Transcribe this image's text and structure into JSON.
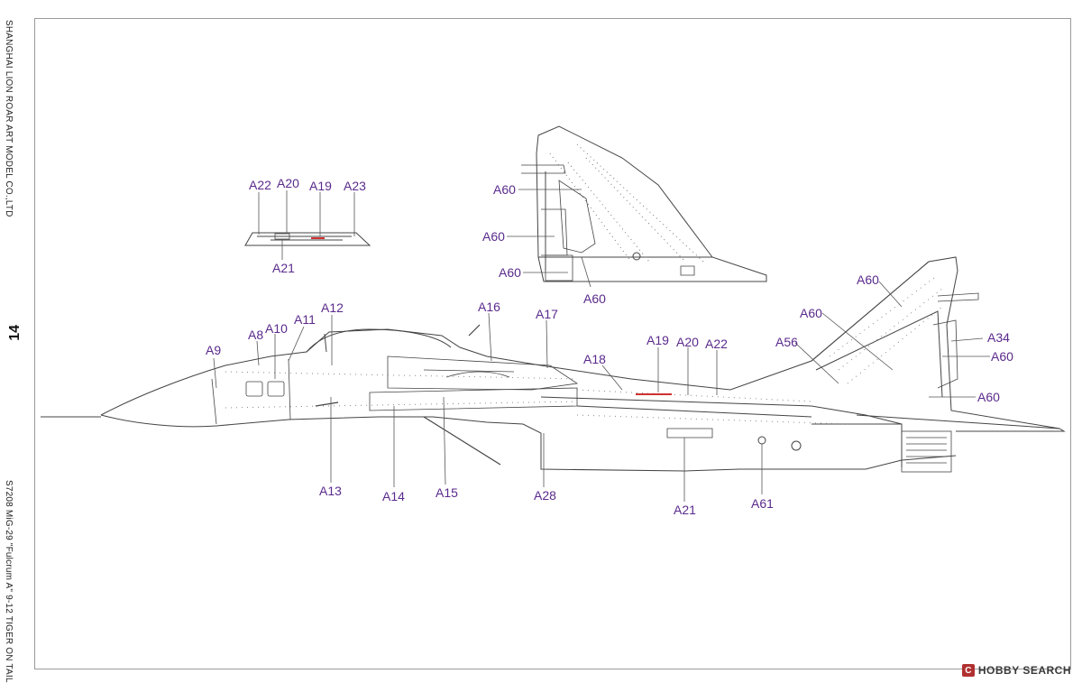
{
  "side": {
    "company": "SHANGHAI LION ROAR ART MODEL CO.,LTD",
    "page_number": "14",
    "kit_title": "S7208 MiG-29 \"Fulcrum A\" 9-12 TIGER ON TAIL"
  },
  "watermark": {
    "brand": "HOBBY SEARCH",
    "badge": "C"
  },
  "callouts": {
    "a22_top": "A22",
    "a20_top": "A20",
    "a19_top": "A19",
    "a23_top": "A23",
    "a21_top": "A21",
    "a60_f1": "A60",
    "a60_f2": "A60",
    "a60_f3": "A60",
    "a60_f4": "A60",
    "a60_t1": "A60",
    "a60_t2": "A60",
    "a60_t3": "A60",
    "a60_t4": "A60",
    "a9": "A9",
    "a8": "A8",
    "a10": "A10",
    "a11": "A11",
    "a12": "A12",
    "a16": "A16",
    "a17": "A17",
    "a18": "A18",
    "a19": "A19",
    "a20": "A20",
    "a22": "A22",
    "a56": "A56",
    "a34": "A34",
    "a13": "A13",
    "a14": "A14",
    "a15": "A15",
    "a28": "A28",
    "a21": "A21",
    "a61": "A61"
  },
  "colors": {
    "callout": "#5a2a8c",
    "stencil_red": "#d03030",
    "line": "#444444"
  }
}
